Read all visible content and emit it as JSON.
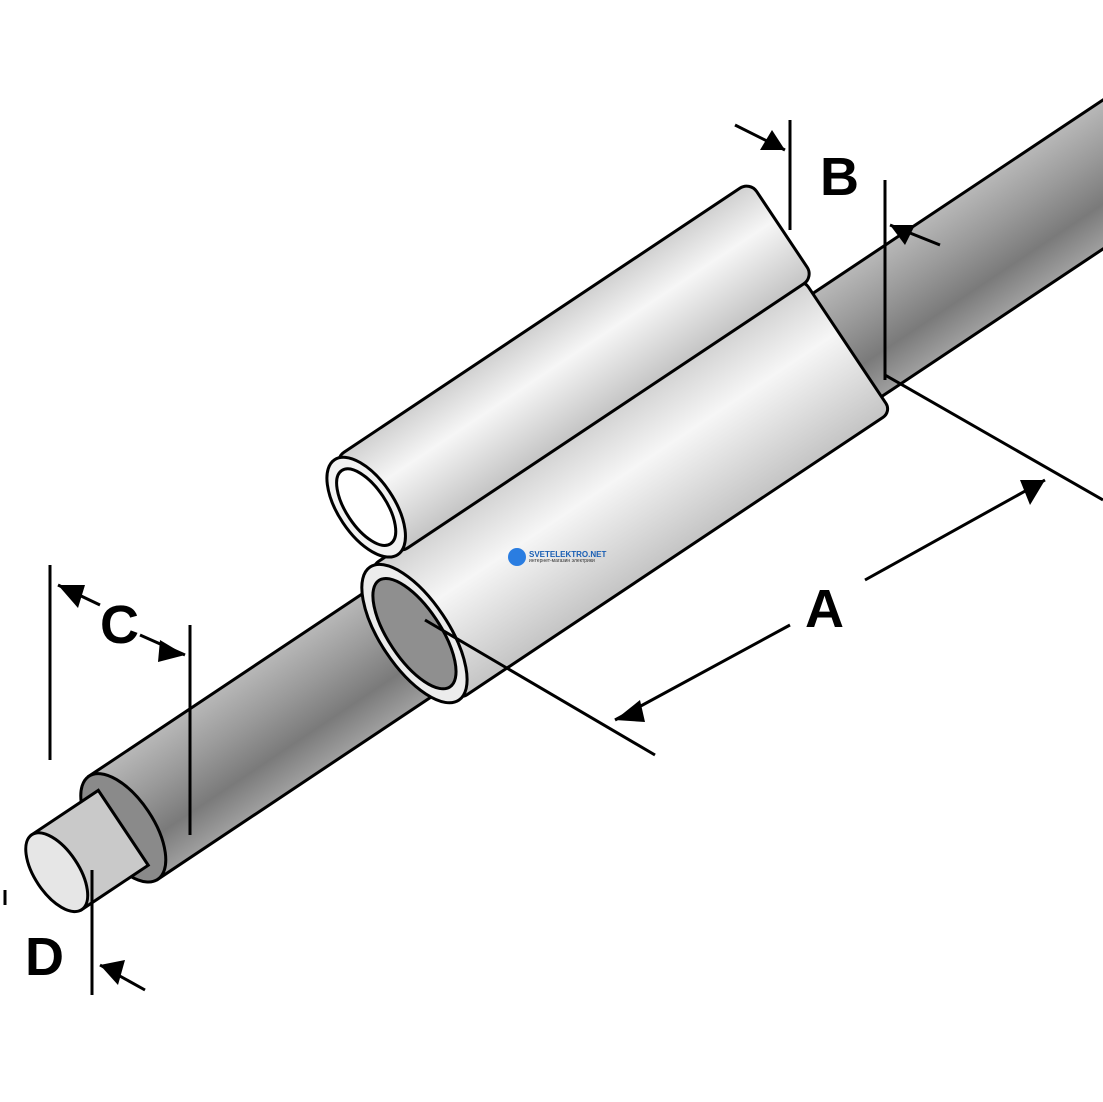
{
  "labels": {
    "a": "A",
    "b": "B",
    "c": "C",
    "d": "D"
  },
  "watermark": {
    "title": "SVETELEKTRO.NET",
    "subtitle": "интернет-магазин электрики"
  },
  "colors": {
    "cable": "#8f8f8f",
    "sleeve": "#e4e4e4",
    "outline": "#000000",
    "logo": "#2a7de1"
  }
}
